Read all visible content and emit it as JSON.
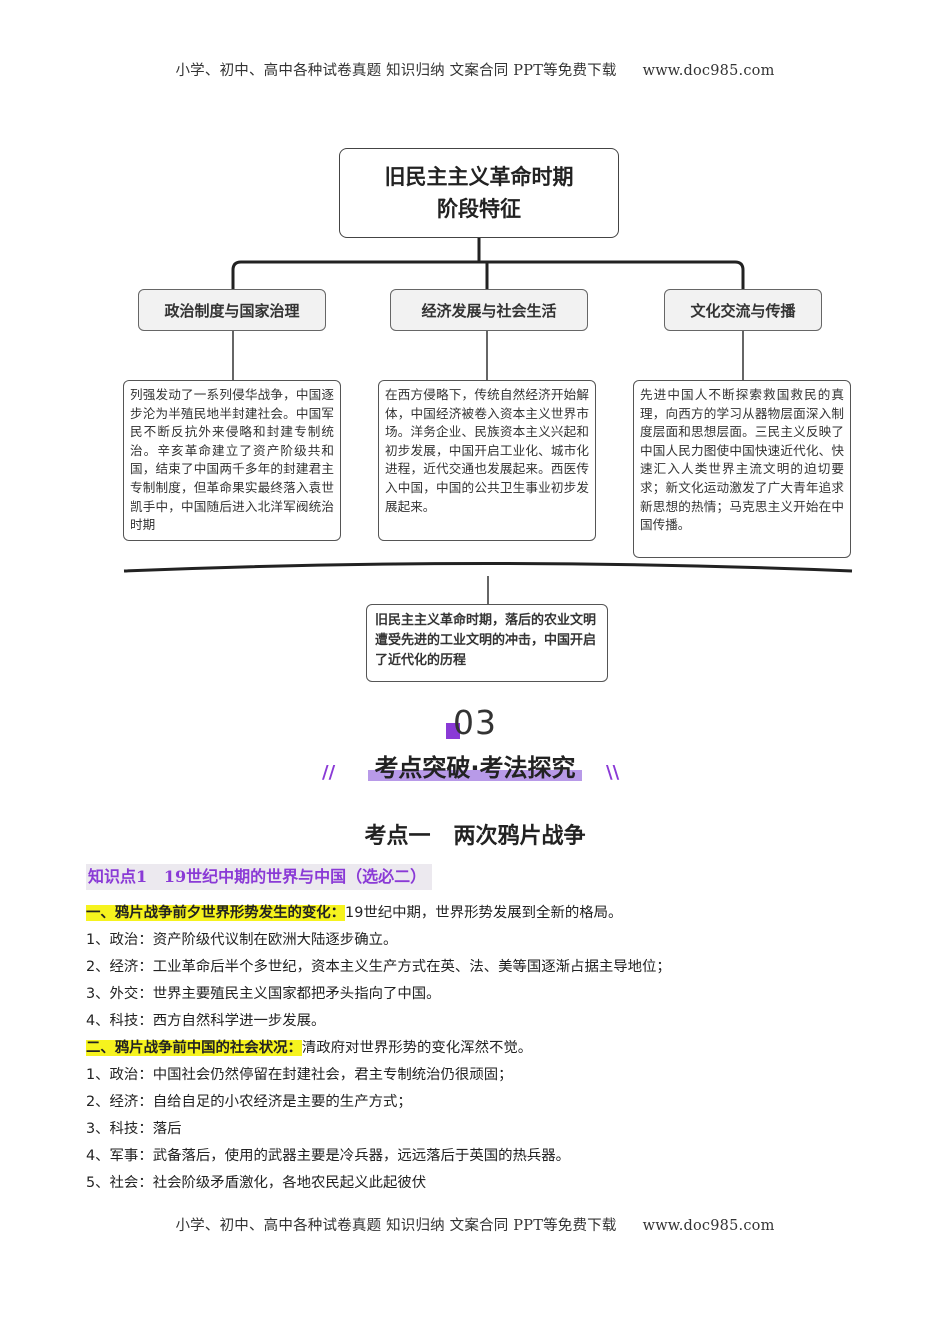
{
  "header": {
    "text": "小学、初中、高中各种试卷真题  知识归纳  文案合同  PPT等免费下载",
    "url": "www.doc985.com"
  },
  "mindmap": {
    "root": "旧民主主义革命时期\n阶段特征",
    "categories": [
      {
        "title": "政治制度与国家治理",
        "description": "列强发动了一系列侵华战争，中国逐步沦为半殖民地半封建社会。中国军民不断反抗外来侵略和封建专制统治。辛亥革命建立了资产阶级共和国，结束了中国两千多年的封建君主专制制度，但革命果实最终落入袁世凯手中，中国随后进入北洋军阀统治时期"
      },
      {
        "title": "经济发展与社会生活",
        "description": "在西方侵略下，传统自然经济开始解体，中国经济被卷入资本主义世界市场。洋务企业、民族资本主义兴起和初步发展，中国开启工业化、城市化进程，近代交通也发展起来。西医传入中国，中国的公共卫生事业初步发展起来。"
      },
      {
        "title": "文化交流与传播",
        "description": "先进中国人不断探索救国救民的真理，向西方的学习从器物层面深入制度层面和思想层面。三民主义反映了中国人民力图使中国快速近代化、快速汇入人类世界主流文明的迫切要求；新文化运动激发了广大青年追求新思想的热情；马克思主义开始在中国传播。"
      }
    ],
    "conclusion": "旧民主主义革命时期，落后的农业文明遭受先进的工业文明的冲击，中国开启了近代化的历程"
  },
  "section": {
    "number": "03",
    "title": "考点突破·考法探究",
    "left_deco": "//",
    "right_deco": "\\\\"
  },
  "topic": {
    "title": "考点一   两次鸦片战争",
    "knowledge_point": "知识点1   19世纪中期的世界与中国（选必二）"
  },
  "content": {
    "heading1": "一、鸦片战争前夕世界形势发生的变化：",
    "heading1_text": "19世纪中期，世界形势发展到全新的格局。",
    "items1": [
      "1、政治：资产阶级代议制在欧洲大陆逐步确立。",
      "2、经济：工业革命后半个多世纪，资本主义生产方式在英、法、美等国逐渐占据主导地位；",
      "3、外交：世界主要殖民主义国家都把矛头指向了中国。",
      "4、科技：西方自然科学进一步发展。"
    ],
    "heading2": "二、鸦片战争前中国的社会状况：",
    "heading2_text": "清政府对世界形势的变化浑然不觉。",
    "items2": [
      "1、政治：中国社会仍然停留在封建社会，君主专制统治仍很顽固；",
      "2、经济：自给自足的小农经济是主要的生产方式；",
      "3、科技：落后",
      "4、军事：武备落后，使用的武器主要是冷兵器，远远落后于英国的热兵器。",
      "5、社会：社会阶级矛盾激化，各地农民起义此起彼伏"
    ]
  }
}
